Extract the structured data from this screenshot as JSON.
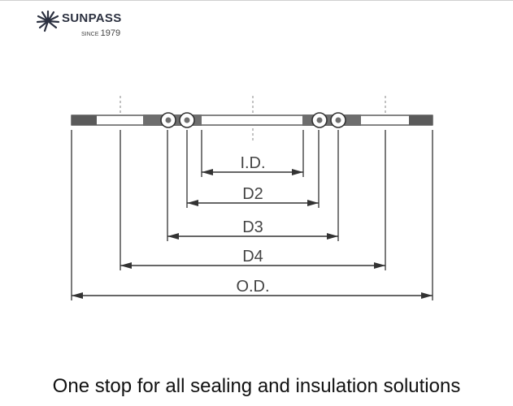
{
  "brand": {
    "name": "SUNPASS",
    "since_prefix": "SINCE",
    "since_year": "1979",
    "color": "#2c3140"
  },
  "diagram": {
    "dimensions": [
      {
        "key": "id",
        "label": "I.D."
      },
      {
        "key": "d2",
        "label": "D2"
      },
      {
        "key": "d3",
        "label": "D3"
      },
      {
        "key": "d4",
        "label": "D4"
      },
      {
        "key": "od",
        "label": "O.D."
      }
    ],
    "colors": {
      "line": "#333333",
      "outer_ring": "#5a5a5a",
      "seal_body": "#6e6e6e"
    }
  },
  "tagline": "One stop for all sealing and insulation solutions"
}
